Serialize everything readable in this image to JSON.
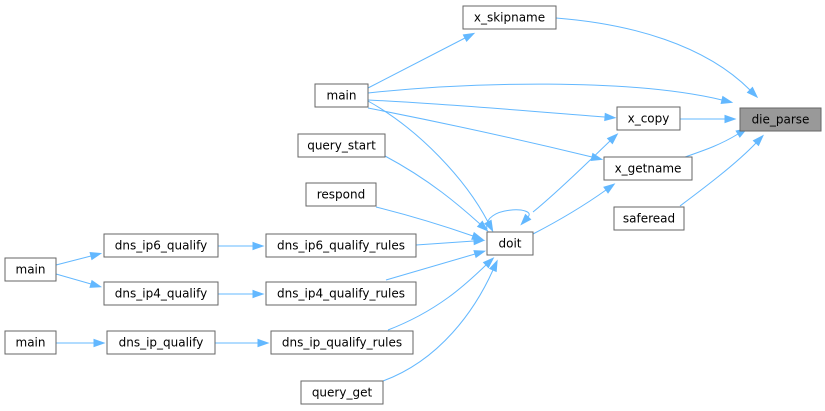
{
  "graph": {
    "nodes": [
      {
        "id": "die_parse",
        "label": "die_parse",
        "focus": true
      },
      {
        "id": "x_skipname",
        "label": "x_skipname"
      },
      {
        "id": "main_a",
        "label": "main"
      },
      {
        "id": "x_copy",
        "label": "x_copy"
      },
      {
        "id": "x_getname",
        "label": "x_getname"
      },
      {
        "id": "saferead",
        "label": "saferead"
      },
      {
        "id": "query_start",
        "label": "query_start"
      },
      {
        "id": "respond",
        "label": "respond"
      },
      {
        "id": "doit",
        "label": "doit"
      },
      {
        "id": "dns_ip6_qualify",
        "label": "dns_ip6_qualify"
      },
      {
        "id": "dns_ip6_qualify_rules",
        "label": "dns_ip6_qualify_rules"
      },
      {
        "id": "main_b",
        "label": "main"
      },
      {
        "id": "dns_ip4_qualify",
        "label": "dns_ip4_qualify"
      },
      {
        "id": "dns_ip4_qualify_rules",
        "label": "dns_ip4_qualify_rules"
      },
      {
        "id": "main_c",
        "label": "main"
      },
      {
        "id": "dns_ip_qualify",
        "label": "dns_ip_qualify"
      },
      {
        "id": "dns_ip_qualify_rules",
        "label": "dns_ip_qualify_rules"
      },
      {
        "id": "query_get",
        "label": "query_get"
      }
    ],
    "edges": [
      {
        "from": "x_skipname",
        "to": "die_parse"
      },
      {
        "from": "main_a",
        "to": "die_parse"
      },
      {
        "from": "x_copy",
        "to": "die_parse"
      },
      {
        "from": "x_getname",
        "to": "die_parse"
      },
      {
        "from": "saferead",
        "to": "die_parse"
      },
      {
        "from": "main_a",
        "to": "x_skipname"
      },
      {
        "from": "main_a",
        "to": "x_copy"
      },
      {
        "from": "main_a",
        "to": "x_getname"
      },
      {
        "from": "main_a",
        "to": "doit"
      },
      {
        "from": "doit",
        "to": "x_copy"
      },
      {
        "from": "doit",
        "to": "x_getname"
      },
      {
        "from": "doit",
        "to": "doit"
      },
      {
        "from": "query_start",
        "to": "doit"
      },
      {
        "from": "respond",
        "to": "doit"
      },
      {
        "from": "dns_ip6_qualify_rules",
        "to": "doit"
      },
      {
        "from": "dns_ip4_qualify_rules",
        "to": "doit"
      },
      {
        "from": "dns_ip_qualify_rules",
        "to": "doit"
      },
      {
        "from": "query_get",
        "to": "doit"
      },
      {
        "from": "dns_ip6_qualify",
        "to": "dns_ip6_qualify_rules"
      },
      {
        "from": "dns_ip4_qualify",
        "to": "dns_ip4_qualify_rules"
      },
      {
        "from": "dns_ip_qualify",
        "to": "dns_ip_qualify_rules"
      },
      {
        "from": "main_b",
        "to": "dns_ip6_qualify"
      },
      {
        "from": "main_b",
        "to": "dns_ip4_qualify"
      },
      {
        "from": "main_c",
        "to": "dns_ip_qualify"
      }
    ]
  },
  "colors": {
    "edge": "#63b8ff",
    "node_border": "#666666",
    "node_fill": "#ffffff",
    "focus_fill": "#999999",
    "text": "#000000"
  }
}
